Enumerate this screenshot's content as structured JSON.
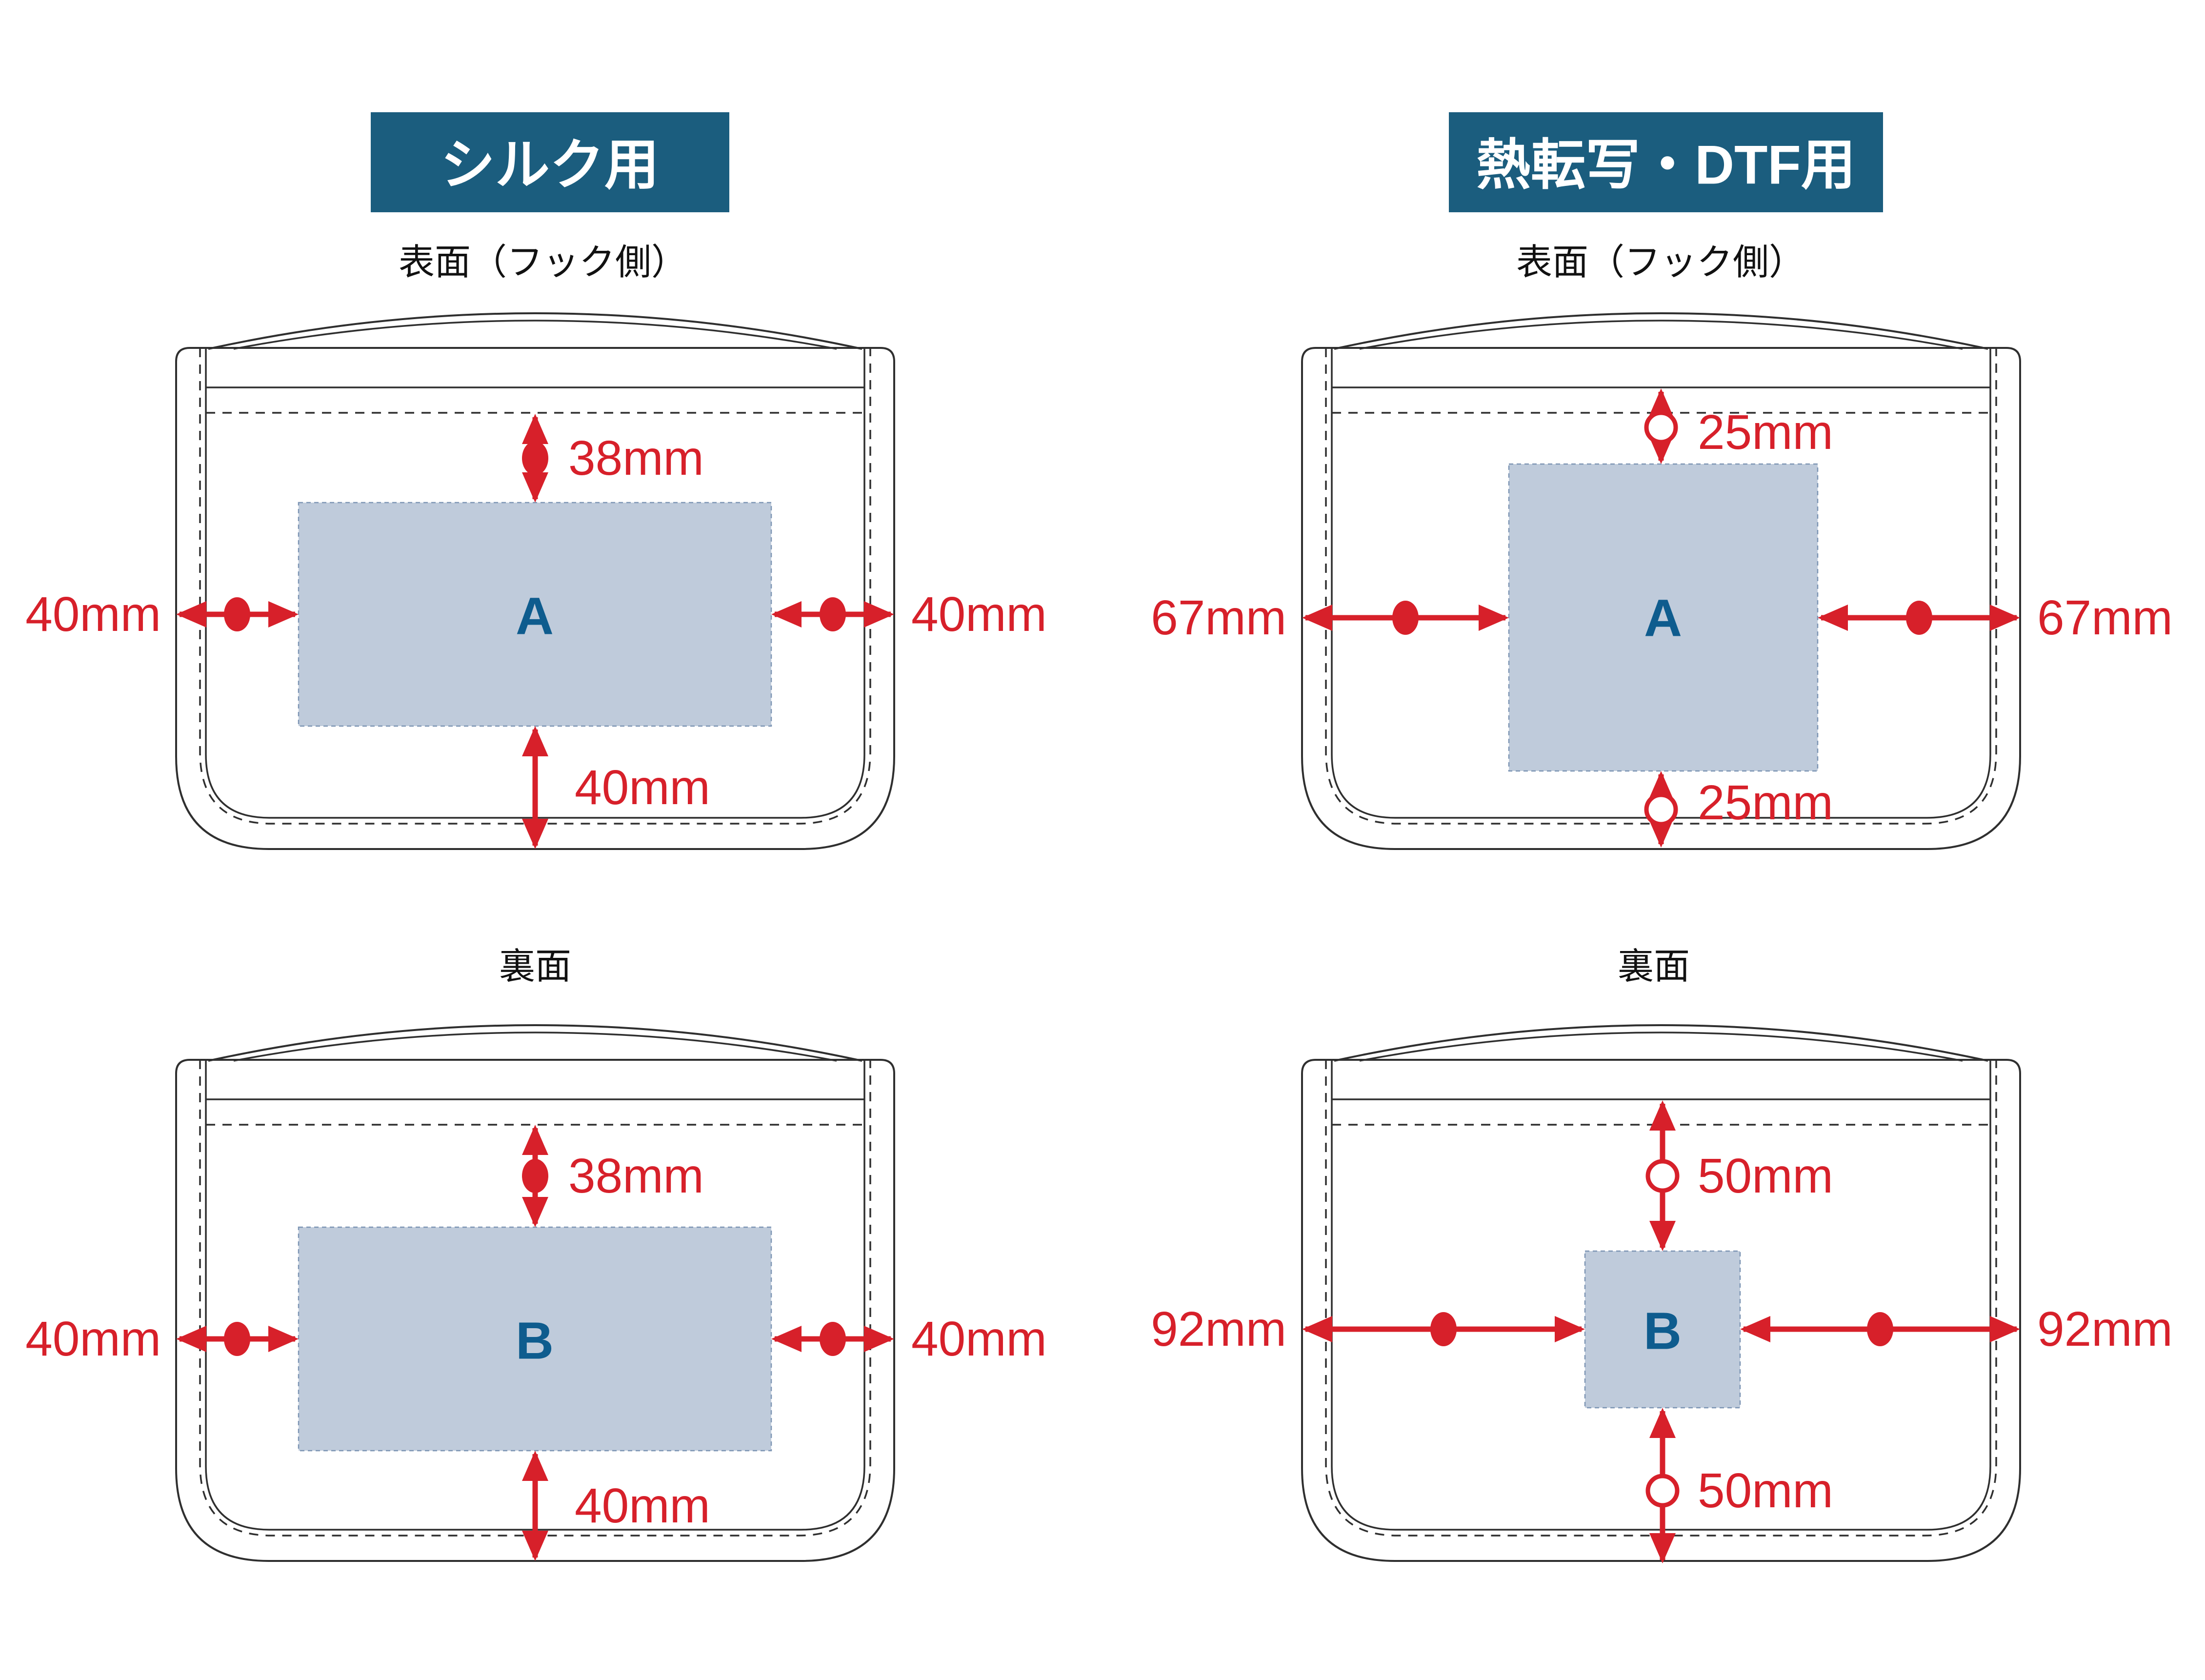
{
  "colors": {
    "teal": "#1b5d7e",
    "red": "#d7202a",
    "area_fill": "#bfcbdb",
    "area_border": "#7d95b4",
    "letter_blue": "#0e5c8e",
    "outline": "#2f2f2f",
    "text_dark": "#111111",
    "bg": "#ffffff"
  },
  "headers": {
    "silk": "シルク用",
    "dtf": "熱転写・DTF用"
  },
  "diagrams": {
    "silk_front": {
      "title": "表面（フック側）",
      "area_label": "A",
      "margin_top": "38mm",
      "margin_left": "40mm",
      "margin_right": "40mm",
      "margin_bottom": "40mm"
    },
    "dtf_front": {
      "title": "表面（フック側）",
      "area_label": "A",
      "margin_top": "25mm",
      "margin_left": "67mm",
      "margin_right": "67mm",
      "margin_bottom": "25mm"
    },
    "silk_back": {
      "title": "裏面",
      "area_label": "B",
      "margin_top": "38mm",
      "margin_left": "40mm",
      "margin_right": "40mm",
      "margin_bottom": "40mm"
    },
    "dtf_back": {
      "title": "裏面",
      "area_label": "B",
      "margin_top": "50mm",
      "margin_left": "92mm",
      "margin_right": "92mm",
      "margin_bottom": "50mm"
    }
  }
}
